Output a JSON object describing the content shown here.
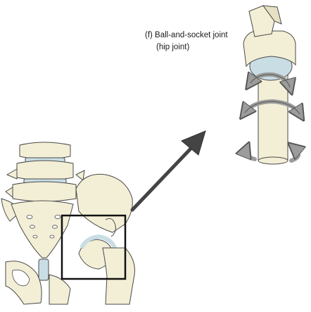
{
  "diagram": {
    "joint_title": "(f) Ball-and-socket joint",
    "joint_subtitle": "(hip joint)"
  },
  "colors": {
    "bone_fill": "#f3efd6",
    "bone_stroke": "#4a4a4a",
    "cartilage": "#c9dde4",
    "arrow_gray": "#9c9c9c",
    "pointer_arrow": "#444444",
    "callout_box": "#111111"
  },
  "icons": {
    "rotation_arrows": "curved-rotation-arrow",
    "pointer": "diagonal-arrow"
  }
}
